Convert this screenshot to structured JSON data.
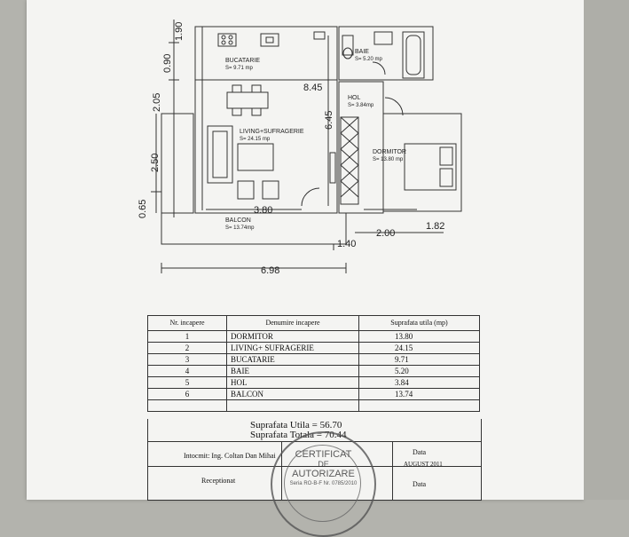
{
  "plan": {
    "rooms": {
      "bucatarie": {
        "name": "BUCATARIE",
        "area": "S= 9.71 mp"
      },
      "baie": {
        "name": "BAIE",
        "area": "S= 5.20 mp"
      },
      "hol": {
        "name": "HOL",
        "area": "S= 3.84mp"
      },
      "living": {
        "name": "LIVING+SUFRAGERIE",
        "area": "S= 24.15 mp"
      },
      "dormitor": {
        "name": "DORMITOR",
        "area": "S= 13.80 mp"
      },
      "balcon": {
        "name": "BALCON",
        "area": "S= 13.74mp"
      }
    },
    "dims": {
      "d1_90": "1.90",
      "d0_90": "0.90",
      "d2_05": "2.05",
      "d2_50": "2.50",
      "d0_65": "0.65",
      "d8_45": "8.45",
      "d6_45": "6.45",
      "d3_80": "3.80",
      "d1_40": "1.40",
      "d2_00": "2.00",
      "d1_82": "1.82",
      "d6_98": "6.98"
    }
  },
  "table": {
    "headers": {
      "nr": "Nr. incapere",
      "den": "Denumire incapere",
      "sup": "Suprafata utila (mp)"
    },
    "rows": [
      {
        "nr": "1",
        "name": "DORMITOR",
        "area": "13.80"
      },
      {
        "nr": "2",
        "name": "LIVING+ SUFRAGERIE",
        "area": "24.15"
      },
      {
        "nr": "3",
        "name": "BUCATARIE",
        "area": "9.71"
      },
      {
        "nr": "4",
        "name": "BAIE",
        "area": "5.20"
      },
      {
        "nr": "5",
        "name": "HOL",
        "area": "3.84"
      },
      {
        "nr": "6",
        "name": "BALCON",
        "area": "13.74"
      }
    ]
  },
  "summary": {
    "utila": "Suprafata Utila = 56.70",
    "totala": "Suprafata Totala = 70.44"
  },
  "signature": {
    "intocmit": "Intocmit: Ing. Coltan Dan Mihai",
    "data_label": "Data",
    "data_value": "AUGUST 2011",
    "receptionat": "Receptionat",
    "data_label2": "Data"
  },
  "stamp": {
    "line1": "CERTIFICAT",
    "line2": "DE",
    "line3": "AUTORIZARE",
    "serial": "Seria RO-B-F Nr. 0785/2010"
  }
}
